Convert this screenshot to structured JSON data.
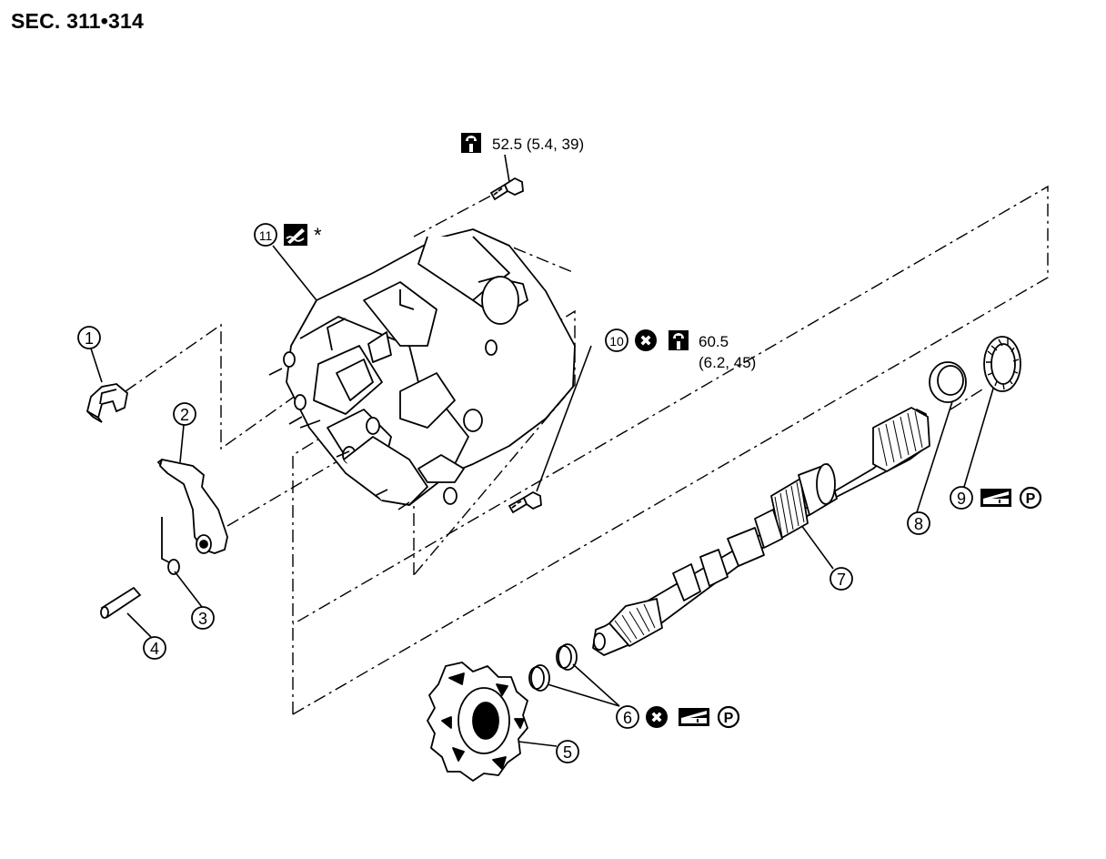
{
  "section_title": "SEC. 311•314",
  "callouts": [
    {
      "num": "1"
    },
    {
      "num": "2"
    },
    {
      "num": "3"
    },
    {
      "num": "4"
    },
    {
      "num": "5"
    },
    {
      "num": "6"
    },
    {
      "num": "7"
    },
    {
      "num": "8"
    },
    {
      "num": "9"
    },
    {
      "num": "10"
    },
    {
      "num": "11"
    }
  ],
  "torque": {
    "upper_bolt": "52.5 (5.4, 39)",
    "lower_bolt_line1": "60.5",
    "lower_bolt_line2": "(6.2, 45)"
  },
  "marks": {
    "asterisk": "*",
    "p_mark": "P"
  },
  "icons": {
    "torque_wrench": "torque-wrench-icon",
    "non_reusable": "x-circle-icon",
    "sealant": "sealant-icon",
    "grease": "grease-icon",
    "petroleum_jelly": "p-circle-icon"
  }
}
